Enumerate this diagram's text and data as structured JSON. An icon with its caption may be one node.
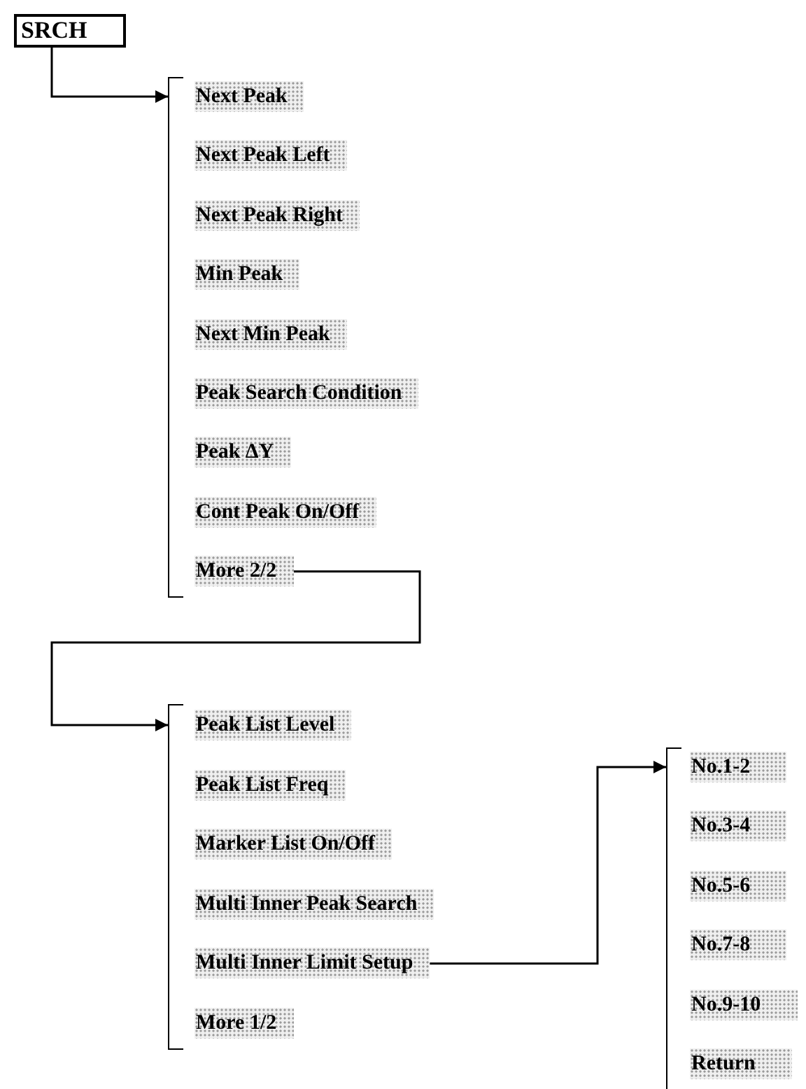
{
  "diagram": {
    "nodes": [
      {
        "text": [
          "SRCH"
        ]
      },
      {
        "text": [],
        "shape": "bracket"
      },
      {
        "text": [
          "Next Peak"
        ],
        "in": 1
      },
      {
        "text": [
          "Next Peak Left"
        ],
        "in": 1
      },
      {
        "text": [
          "Next Peak Right"
        ],
        "in": 1
      },
      {
        "text": [
          "Min Peak"
        ],
        "in": 1
      },
      {
        "text": [
          "Next Min Peak"
        ],
        "in": 1
      },
      {
        "text": [
          "Peak Search Condition"
        ],
        "in": 1
      },
      {
        "text": [
          "Peak ΔY"
        ],
        "in": 1
      },
      {
        "text": [
          "Cont Peak On/Off"
        ],
        "in": 1
      },
      {
        "text": [
          "More 2/2"
        ],
        "in": 1
      },
      {
        "text": [],
        "shape": "bracket"
      },
      {
        "text": [
          "Peak List Level"
        ],
        "in": 11
      },
      {
        "text": [
          "Peak List Freq"
        ],
        "in": 11
      },
      {
        "text": [
          "Marker List On/Off"
        ],
        "in": 11
      },
      {
        "text": [
          "Multi Inner Peak Search"
        ],
        "in": 11
      },
      {
        "text": [
          "Multi Inner Limit Setup"
        ],
        "in": 11
      },
      {
        "text": [
          "More 1/2"
        ],
        "in": 11
      },
      {
        "text": [],
        "shape": "bracket"
      },
      {
        "text": [
          "No.1-2"
        ],
        "in": 18
      },
      {
        "text": [
          "No.3-4"
        ],
        "in": 18
      },
      {
        "text": [
          "No.5-6"
        ],
        "in": 18
      },
      {
        "text": [
          "No.7-8"
        ],
        "in": 18
      },
      {
        "text": [
          "No.9-10"
        ],
        "in": 18
      },
      {
        "text": [
          "Return"
        ],
        "in": 18
      }
    ],
    "edges": [
      {
        "from": 0,
        "to": 1,
        "arrow": "to"
      },
      {
        "from": 10,
        "to": 11,
        "arrow": "to"
      },
      {
        "from": 16,
        "to": 18,
        "arrow": "to"
      }
    ]
  }
}
